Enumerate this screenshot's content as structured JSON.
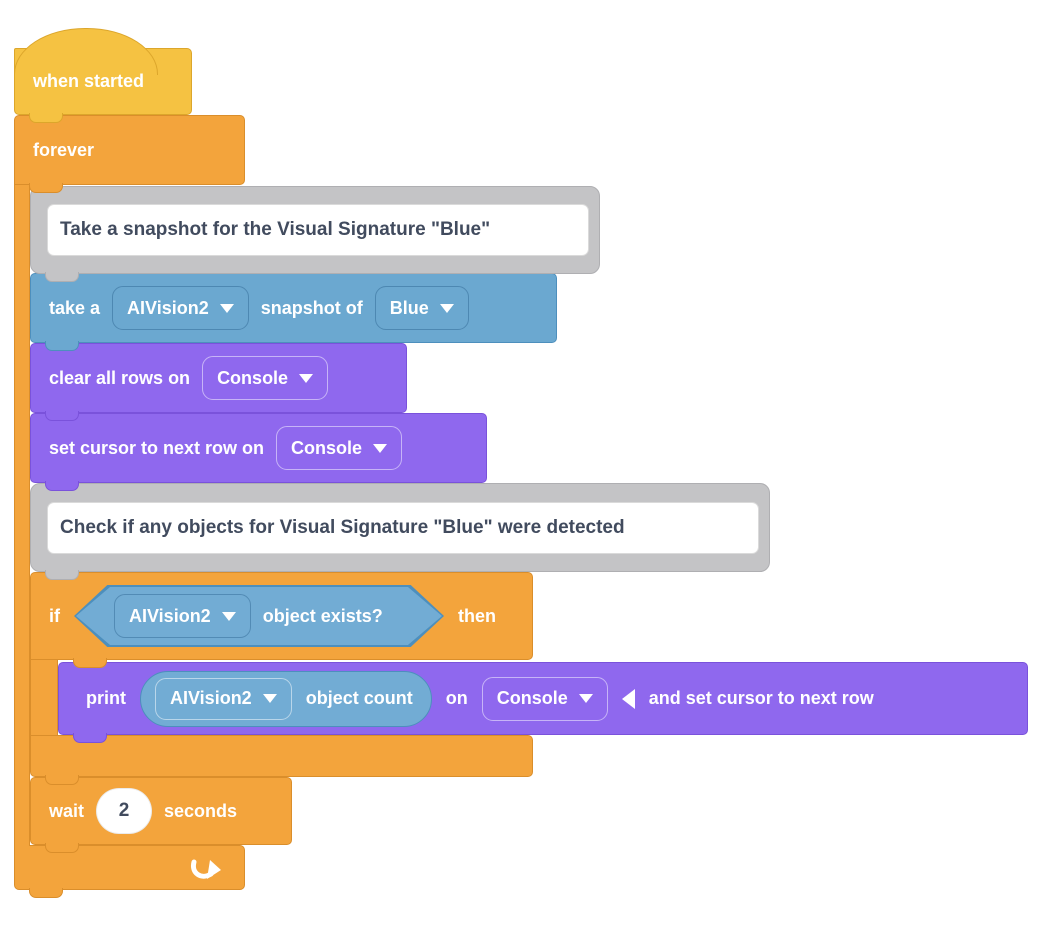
{
  "colors": {
    "hat_yellow": "#F5C242",
    "control_orange": "#F3A43C",
    "sensing_blue": "#6BA8D0",
    "console_purple": "#8F68EE",
    "comment_gray": "#C4C4C6",
    "comment_text": "#414B5E",
    "label_text": "#FFFFFF"
  },
  "script": {
    "hat": {
      "label": "when started"
    },
    "forever": {
      "label": "forever"
    },
    "comment1": {
      "text": "Take a snapshot for the Visual Signature \"Blue\""
    },
    "take_snapshot": {
      "prefix": "take a",
      "camera": "AIVision2",
      "middle": "snapshot of",
      "signature": "Blue"
    },
    "clear_rows": {
      "label": "clear all rows on",
      "target": "Console"
    },
    "set_cursor": {
      "label": "set cursor to next row on",
      "target": "Console"
    },
    "comment2": {
      "text": "Check if any objects for Visual Signature \"Blue\" were detected"
    },
    "if_block": {
      "if_label": "if",
      "then_label": "then",
      "condition": {
        "camera": "AIVision2",
        "label": "object exists?"
      }
    },
    "print_block": {
      "print_label": "print",
      "reporter": {
        "camera": "AIVision2",
        "label": "object count"
      },
      "on_label": "on",
      "target": "Console",
      "suffix": "and set cursor to next row"
    },
    "wait_block": {
      "label": "wait",
      "value": "2",
      "suffix": "seconds"
    }
  }
}
